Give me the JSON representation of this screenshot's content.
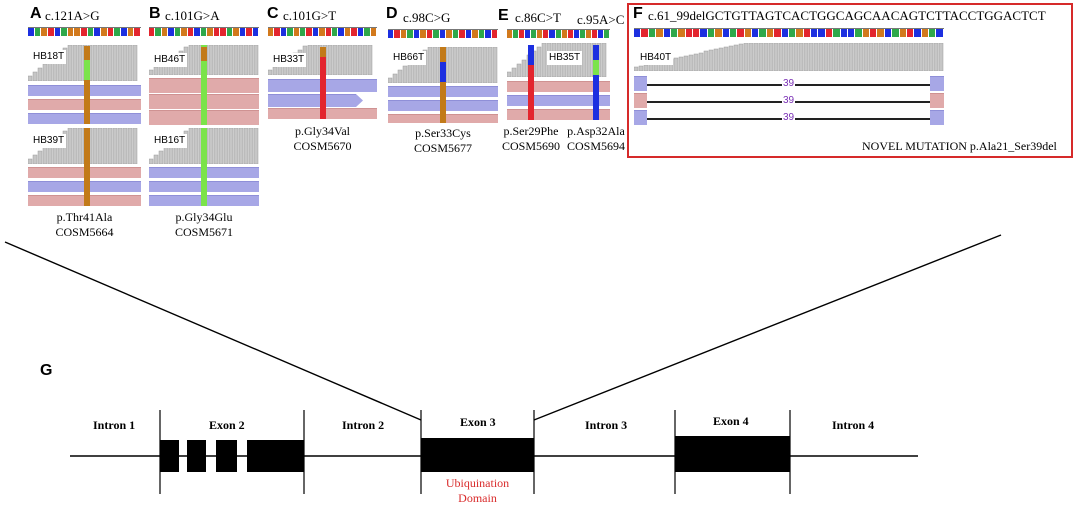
{
  "colors": {
    "seq_A": "#2ea84a",
    "seq_C": "#1c2fe0",
    "seq_G": "#d2791c",
    "seq_T": "#e3252e",
    "coverage": "#c6c6c6",
    "highlight_box": "#d62a2a",
    "domain_text": "#d92b2b",
    "deletion_count": "#7a2fb5"
  },
  "panels": [
    {
      "label": "A",
      "title": "c.121A>G",
      "samples": [
        "HB18T",
        "HB39T"
      ],
      "protein": "p.Thr41Ala",
      "cosmic": "COSM5664"
    },
    {
      "label": "B",
      "title": "c.101G>A",
      "samples": [
        "HB46T",
        "HB16T"
      ],
      "protein": "p.Gly34Glu",
      "cosmic": "COSM5671"
    },
    {
      "label": "C",
      "title": "c.101G>T",
      "samples": [
        "HB33T"
      ],
      "protein": "p.Gly34Val",
      "cosmic": "COSM5670"
    },
    {
      "label": "D",
      "title": "c.98C>G",
      "samples": [
        "HB66T"
      ],
      "protein": "p.Ser33Cys",
      "cosmic": "COSM5677"
    },
    {
      "label": "E",
      "title": "c.86C>T",
      "title2": "c.95A>C",
      "samples": [
        "HB35T"
      ],
      "protein": "p.Ser29Phe",
      "cosmic": "COSM5690",
      "protein2": "p.Asp32Ala",
      "cosmic2": "COSM5694"
    },
    {
      "label": "F",
      "title": "c.61_99delGCTGTTAGTCACTGGCAGCAACAGTCTTACCTGGACTCT",
      "samples": [
        "HB40T"
      ],
      "deletion_length": "39",
      "note": "NOVEL MUTATION p.Ala21_Ser39del"
    }
  ],
  "gene": {
    "label": "G",
    "regions": [
      "Intron 1",
      "Exon 2",
      "Intron 2",
      "Exon 3",
      "Intron 3",
      "Exon 4",
      "Intron 4"
    ],
    "domain": [
      "Ubiquination",
      "Domain"
    ]
  }
}
